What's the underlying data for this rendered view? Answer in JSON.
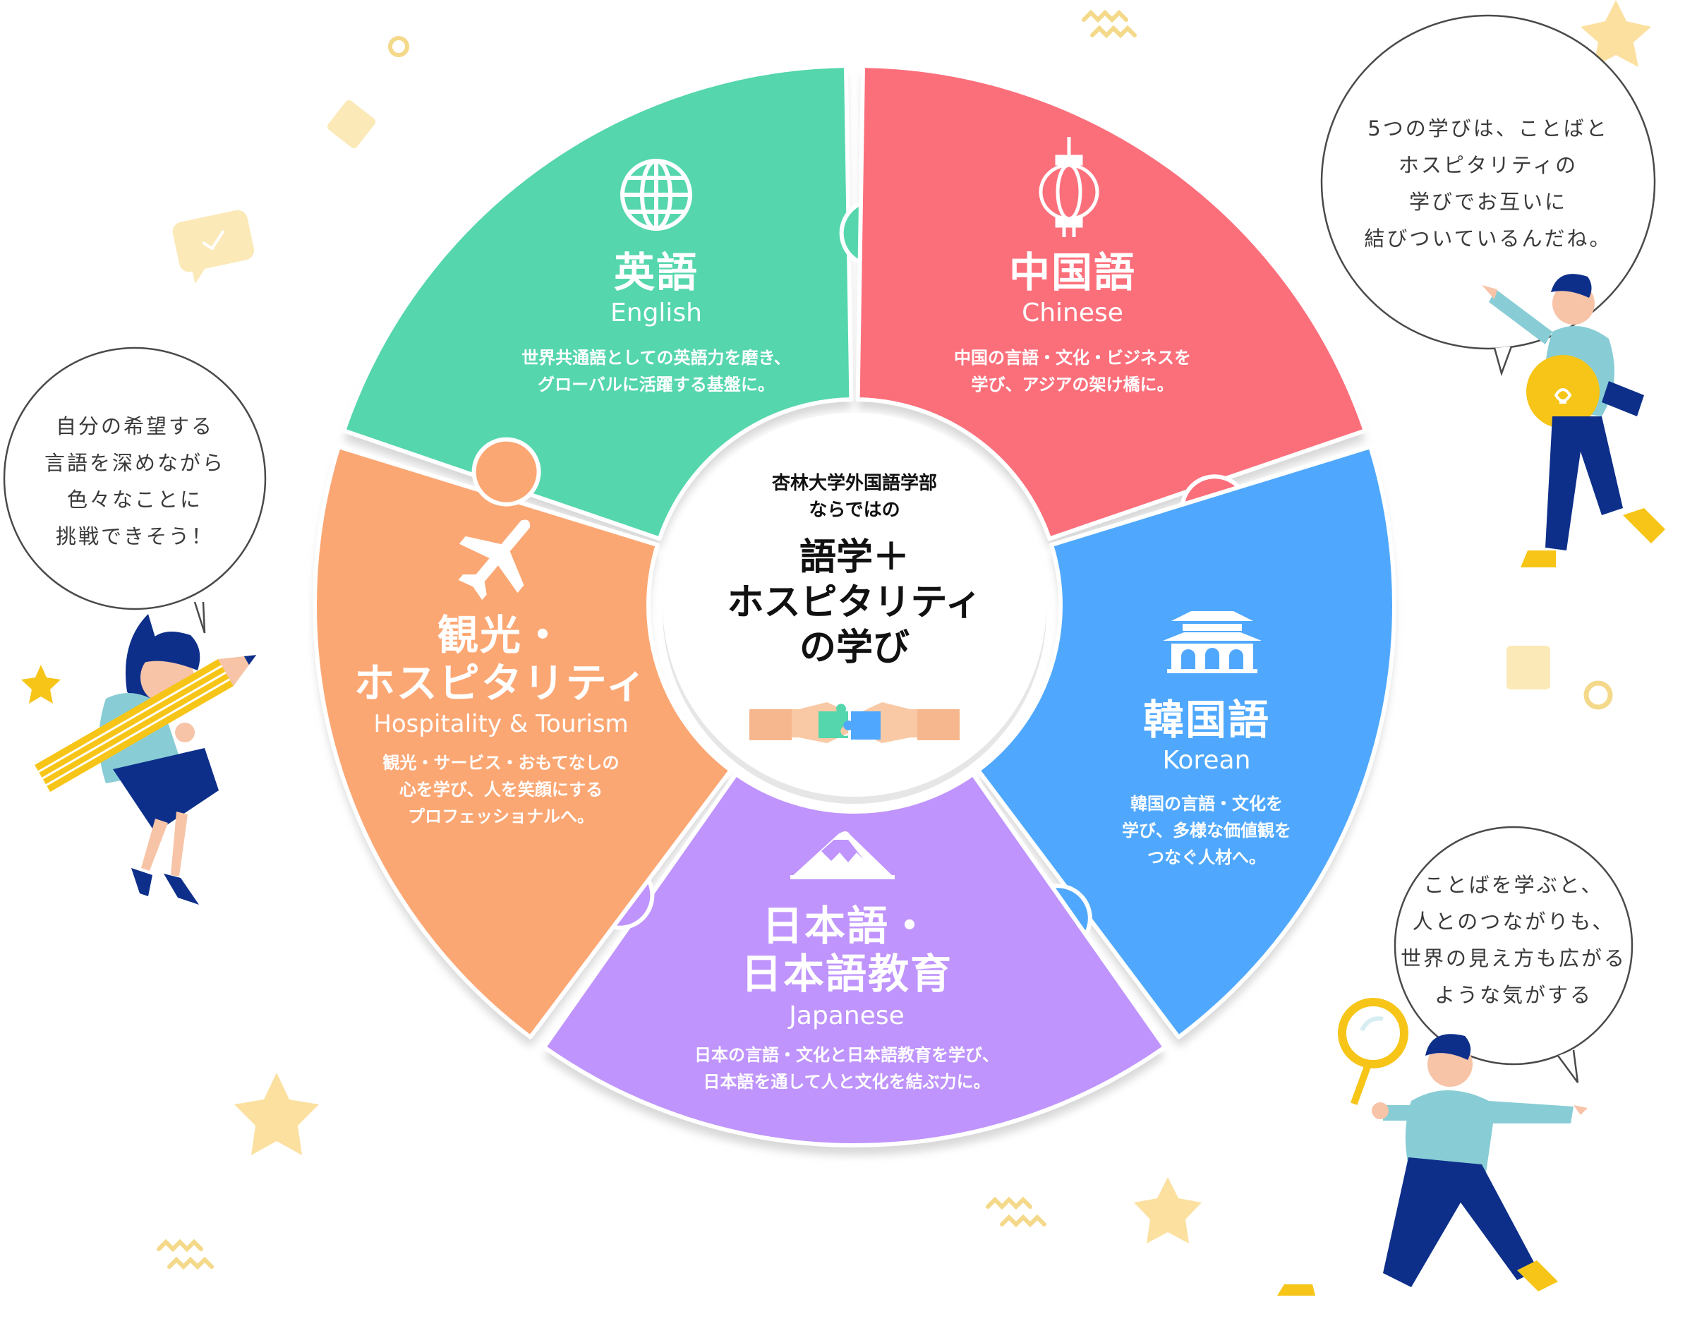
{
  "center": {
    "line1": "杏林大学外国語学部",
    "line2": "ならではの",
    "title1": "語学＋",
    "title2": "ホスピタリティ",
    "title3": "の学び"
  },
  "segments": {
    "english": {
      "title": "英語",
      "subtitle": "English",
      "desc1": "世界共通語としての英語力を磨き、",
      "desc2": "グローバルに活躍する基盤に。",
      "color": "#55d6ad",
      "icon": "globe-icon"
    },
    "chinese": {
      "title": "中国語",
      "subtitle": "Chinese",
      "desc1": "中国の言語・文化・ビジネスを",
      "desc2": "学び、アジアの架け橋に。",
      "color": "#fb6f7b",
      "icon": "lantern-icon"
    },
    "korean": {
      "title": "韓国語",
      "subtitle": "Korean",
      "desc1": "韓国の言語・文化を",
      "desc2": "学び、多様な価値観を",
      "desc3": "つなぐ人材へ。",
      "color": "#4fa8fd",
      "icon": "palace-gate-icon"
    },
    "japanese": {
      "title1": "日本語・",
      "title2": "日本語教育",
      "subtitle": "Japanese",
      "desc1": "日本の言語・文化と日本語教育を学び、",
      "desc2": "日本語を通して人と文化を結ぶ力に。",
      "color": "#bf94fc",
      "icon": "mount-fuji-icon"
    },
    "hospitality": {
      "title1": "観光・",
      "title2": "ホスピタリティ",
      "subtitle": "Hospitality & Tourism",
      "desc1": "観光・サービス・おもてなしの",
      "desc2": "心を学び、人を笑顔にする",
      "desc3": "プロフェッショナルへ。",
      "color": "#fba774",
      "icon": "airplane-icon"
    }
  },
  "bubbles": {
    "left": {
      "l1": "自分の希望する",
      "l2": "言語を深めながら",
      "l3": "色々なことに",
      "l4": "挑戦できそう！"
    },
    "top_right": {
      "l1": "5つの学びは、ことばと",
      "l2": "ホスピタリティの",
      "l3": "学びでお互いに",
      "l4": "結びついているんだね。"
    },
    "bottom_right": {
      "l1": "ことばを学ぶと、",
      "l2": "人とのつながりも、",
      "l3": "世界の見え方も広がる",
      "l4": "ような気がする"
    }
  }
}
